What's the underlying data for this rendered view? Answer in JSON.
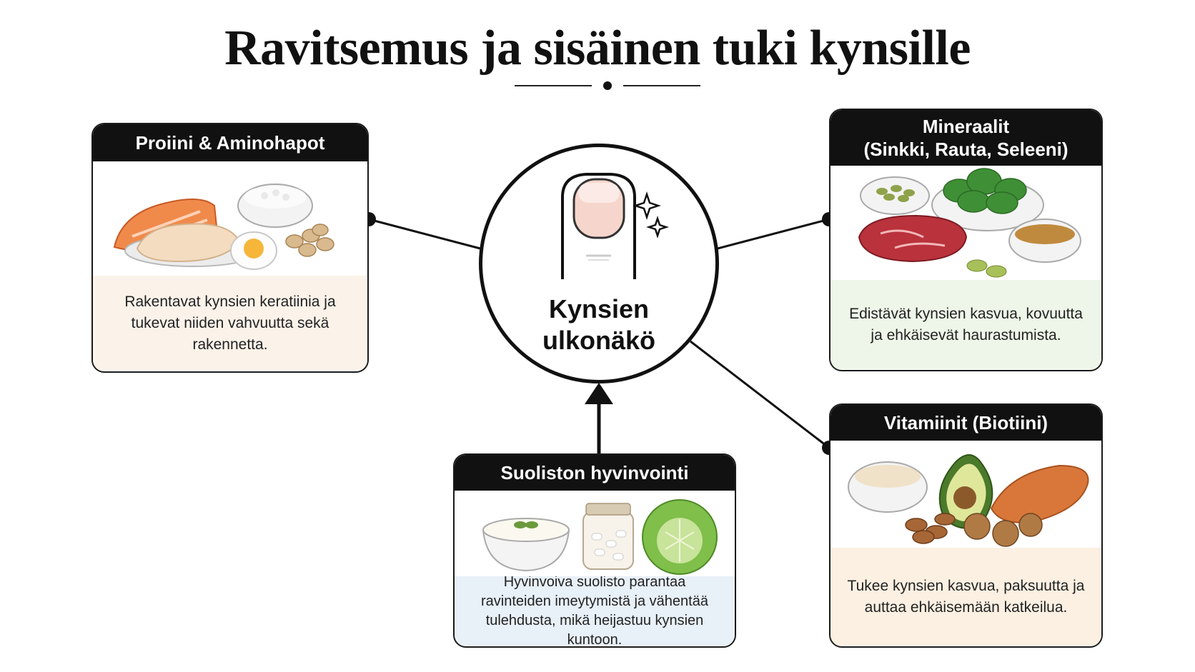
{
  "title": "Ravitsemus ja sisäinen tuki kynsille",
  "center": {
    "label": "Kynsien\nulkonäkö"
  },
  "cards": {
    "protein": {
      "title": "Proiini & Aminohapot",
      "description": "Rakentavat kynsien keratiinia ja tukevat niiden vahvuutta sekä rakennetta.",
      "bg": "#fbf3ea"
    },
    "minerals": {
      "title": "Mineraalit\n(Sinkki, Rauta, Seleeni)",
      "description": "Edistävät kynsien kasvua, kovuutta ja ehkäisevät haurastumista.",
      "bg": "#edf6e8"
    },
    "vitamins": {
      "title": "Vitamiinit (Biotiini)",
      "description": "Tukee kynsien kasvua, paksuutta ja auttaa ehkäisemään katkeilua.",
      "bg": "#fbf0e2"
    },
    "gut": {
      "title": "Suoliston hyvinvointi",
      "description": "Hyvinvoiva suolisto parantaa ravinteiden imeytymistä ja vähentää tulehdusta, mikä heijastuu kynsien kuntoon.",
      "bg": "#e8f0f8"
    }
  },
  "colors": {
    "ink": "#111111",
    "nail": "#f6d6cc"
  }
}
